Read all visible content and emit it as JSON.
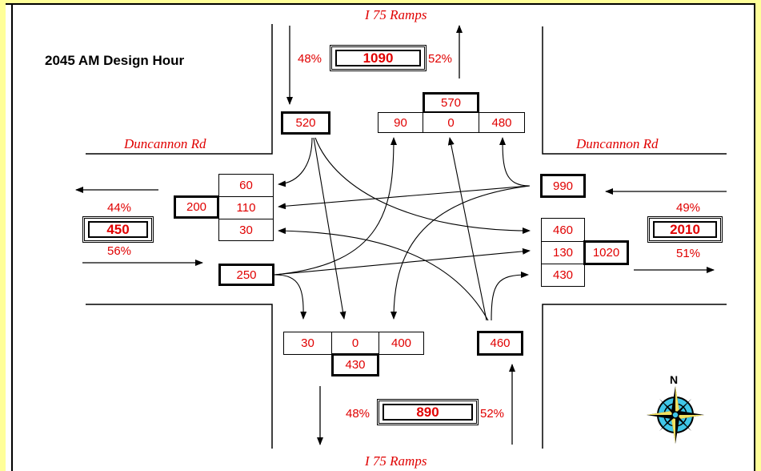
{
  "title": "2045  AM Design Hour",
  "roads": {
    "north": "I 75 Ramps",
    "south": "I 75 Ramps",
    "west": "Duncannon Rd",
    "east": "Duncannon Rd"
  },
  "north": {
    "total": "1090",
    "pct_in": "48%",
    "pct_out": "52%",
    "approach": "520",
    "departure": "570",
    "moves": [
      "90",
      "0",
      "480"
    ]
  },
  "south": {
    "total": "890",
    "pct_in": "48%",
    "pct_out": "52%",
    "approach": "460",
    "departure": "430",
    "moves": [
      "30",
      "0",
      "400"
    ]
  },
  "west": {
    "total": "450",
    "pct_out": "44%",
    "pct_in": "56%",
    "approach": "250",
    "departure": "200",
    "moves": [
      "60",
      "110",
      "30"
    ]
  },
  "east": {
    "total": "2010",
    "pct_in": "49%",
    "pct_out": "51%",
    "approach": "990",
    "departure": "1020",
    "moves": [
      "460",
      "130",
      "430"
    ]
  },
  "compass": {
    "label": "N",
    "icon": "compass-rose-icon"
  },
  "colors": {
    "value": "#e00000",
    "frame": "#ffff99"
  }
}
